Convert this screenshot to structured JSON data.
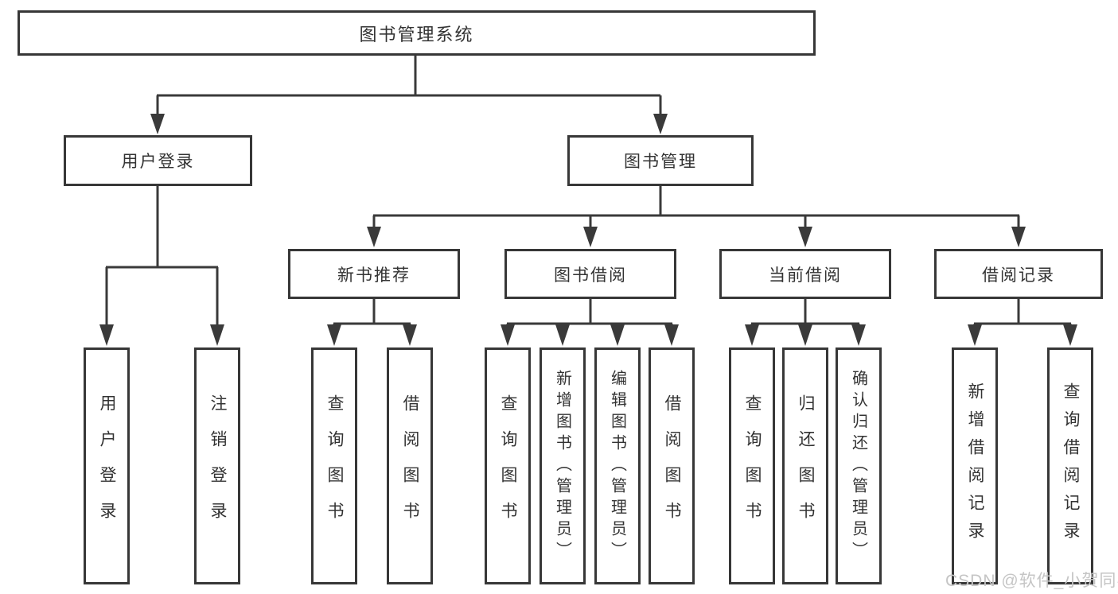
{
  "tree": {
    "root": {
      "label": "图书管理系统"
    },
    "children": [
      {
        "label": "用户登录",
        "children": [
          {
            "label": "用户登录"
          },
          {
            "label": "注销登录"
          }
        ]
      },
      {
        "label": "图书管理",
        "children": [
          {
            "label": "新书推荐",
            "children": [
              {
                "label": "查询图书"
              },
              {
                "label": "借阅图书"
              }
            ]
          },
          {
            "label": "图书借阅",
            "children": [
              {
                "label": "查询图书"
              },
              {
                "label": "新增图书（管理员）"
              },
              {
                "label": "编辑图书（管理员）"
              },
              {
                "label": "借阅图书"
              }
            ]
          },
          {
            "label": "当前借阅",
            "children": [
              {
                "label": "查询图书"
              },
              {
                "label": "归还图书"
              },
              {
                "label": "确认归还（管理员）"
              }
            ]
          },
          {
            "label": "借阅记录",
            "children": [
              {
                "label": "新增借阅记录"
              },
              {
                "label": "查询借阅记录"
              }
            ]
          }
        ]
      }
    ]
  },
  "watermark": {
    "text": "CSDN @软件_小贺同学"
  },
  "colors": {
    "line": "#3a3a3a",
    "border": "#373737",
    "text": "#333333",
    "watermark": "#c5c5c5",
    "background": "#ffffff"
  }
}
